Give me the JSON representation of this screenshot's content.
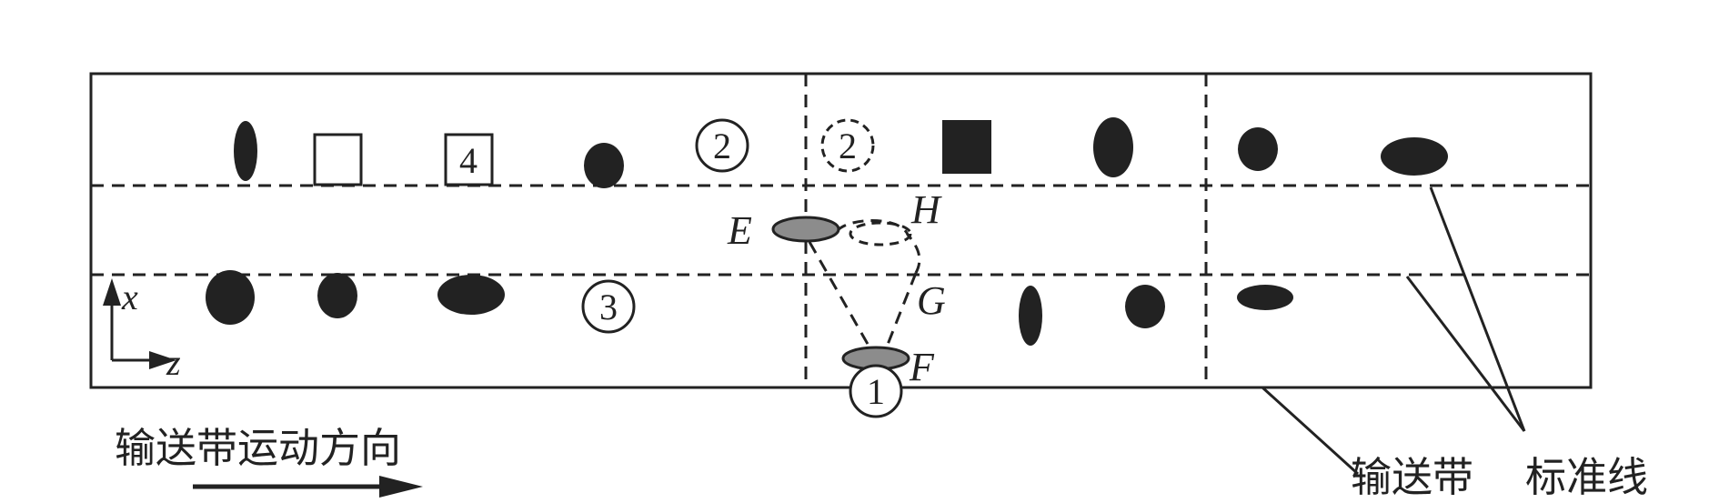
{
  "labels": {
    "point_e": "E",
    "point_f": "F",
    "point_g": "G",
    "point_h": "H",
    "axis_x": "x",
    "axis_z": "z",
    "motion_direction": "输送带运动方向",
    "belt": "输送带",
    "standard_line": "标准线"
  },
  "markers": {
    "m1": "1",
    "m2": "2",
    "m2_dashed": "2",
    "m3": "3",
    "m4": "4"
  },
  "colors": {
    "ink": "#222222",
    "gray_fill": "#8c8c8c"
  }
}
